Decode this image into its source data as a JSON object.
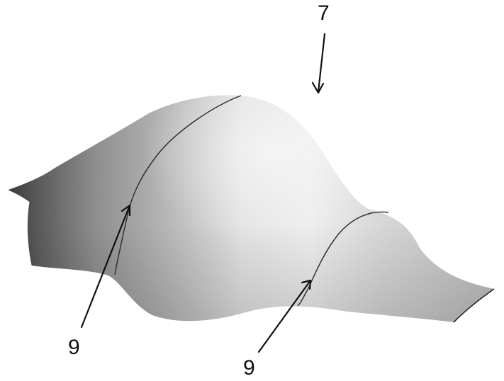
{
  "figure": {
    "labels": {
      "shell": "7",
      "seam_left": "9",
      "seam_right": "9"
    },
    "colors": {
      "ink": "#111111",
      "surface_light": "#f2f2f2",
      "surface_mid": "#bdbdbd",
      "surface_dark": "#3a3a3a"
    }
  }
}
